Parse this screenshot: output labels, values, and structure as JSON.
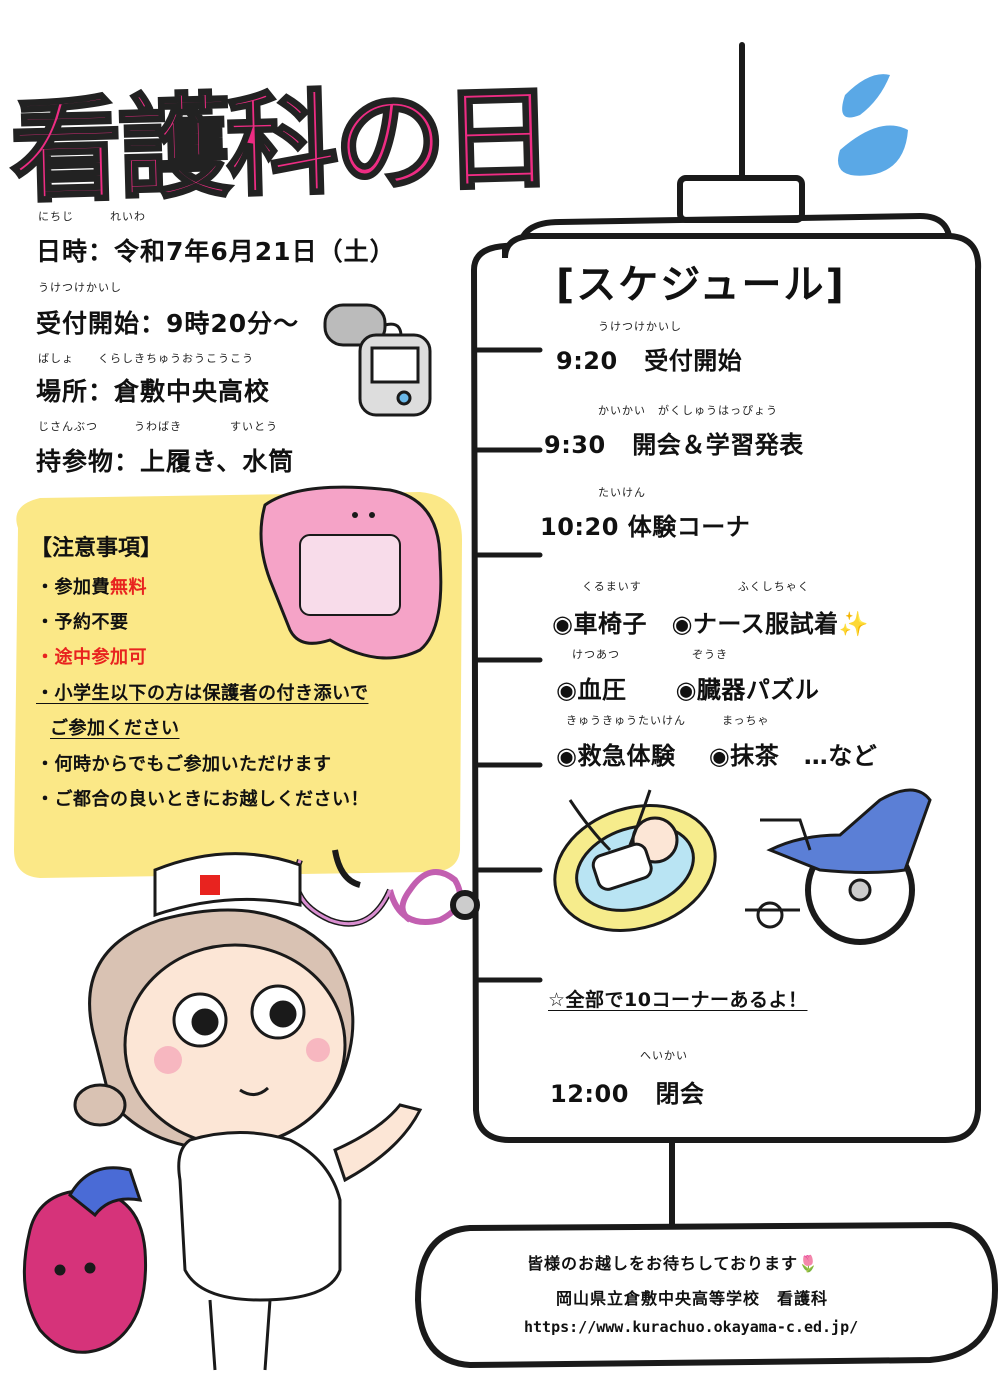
{
  "title": "看護科の日",
  "info": {
    "date_ruby": "にちじ　　　れいわ",
    "date": "日時：令和7年6月21日（土）",
    "reception_ruby": "うけつけかいし",
    "reception": "受付開始：9時20分～",
    "place_ruby": "ばしょ　　くらしきちゅうおうこうこう",
    "place": "場所：倉敷中央高校",
    "items_ruby": "じさんぶつ　　　うわばき　　　　すいとう",
    "items": "持参物：上履き、水筒"
  },
  "notice": {
    "heading": "【注意事項】",
    "fee_prefix": "・参加費",
    "fee_value": "無料",
    "no_reservation": "・予約不要",
    "join_midway": "・途中参加可",
    "guardian_line1": "・小学生以下の方は保護者の付き添いで",
    "guardian_line2": "ご参加ください",
    "anytime": "・何時からでもご参加いただけます",
    "convenience": "・ご都合の良いときにお越しください！"
  },
  "schedule": {
    "heading": "[スケジュール]",
    "items": [
      {
        "ruby": "うけつけかいし",
        "time": "9:20",
        "label": "受付開始"
      },
      {
        "ruby": "かいかい　がくしゅうはっぴょう",
        "time": "9:30",
        "label": "開会＆学習発表"
      },
      {
        "ruby": "たいけん",
        "time": "10:20",
        "label": "体験コーナ"
      },
      {
        "ruby": "へいかい",
        "time": "12:00",
        "label": "閉会"
      }
    ],
    "corners": [
      {
        "ruby": "くるまいす　　　　　　　　ふくしちゃく",
        "text": "◉車椅子　◉ナース服試着",
        "extra": "✨"
      },
      {
        "ruby": "けつあつ　　　　　　ぞうき",
        "text": "◉血圧　　◉臓器パズル",
        "extra": ""
      },
      {
        "ruby": "きゅうきゅうたいけん　　　まっちゃ",
        "text": "◉救急体験　 ◉抹茶　…など",
        "extra": ""
      }
    ],
    "all_corners": "☆全部で10コーナーあるよ！"
  },
  "footer": {
    "welcome": "皆様のお越しをお待ちしております",
    "tulip": "🌷",
    "school": "岡山県立倉敷中央高等学校　看護科",
    "url": "https://www.kurachuo.okayama-c.ed.jp/"
  },
  "colors": {
    "title_pink": "#ee2c83",
    "notice_yellow": "#fbe67a",
    "red_text": "#e8231f",
    "outline": "#1a1a1a",
    "colon_pink": "#e58fd0",
    "wheelchair_blue": "#5b7fd6",
    "bed_yellow": "#f6ec8c"
  }
}
